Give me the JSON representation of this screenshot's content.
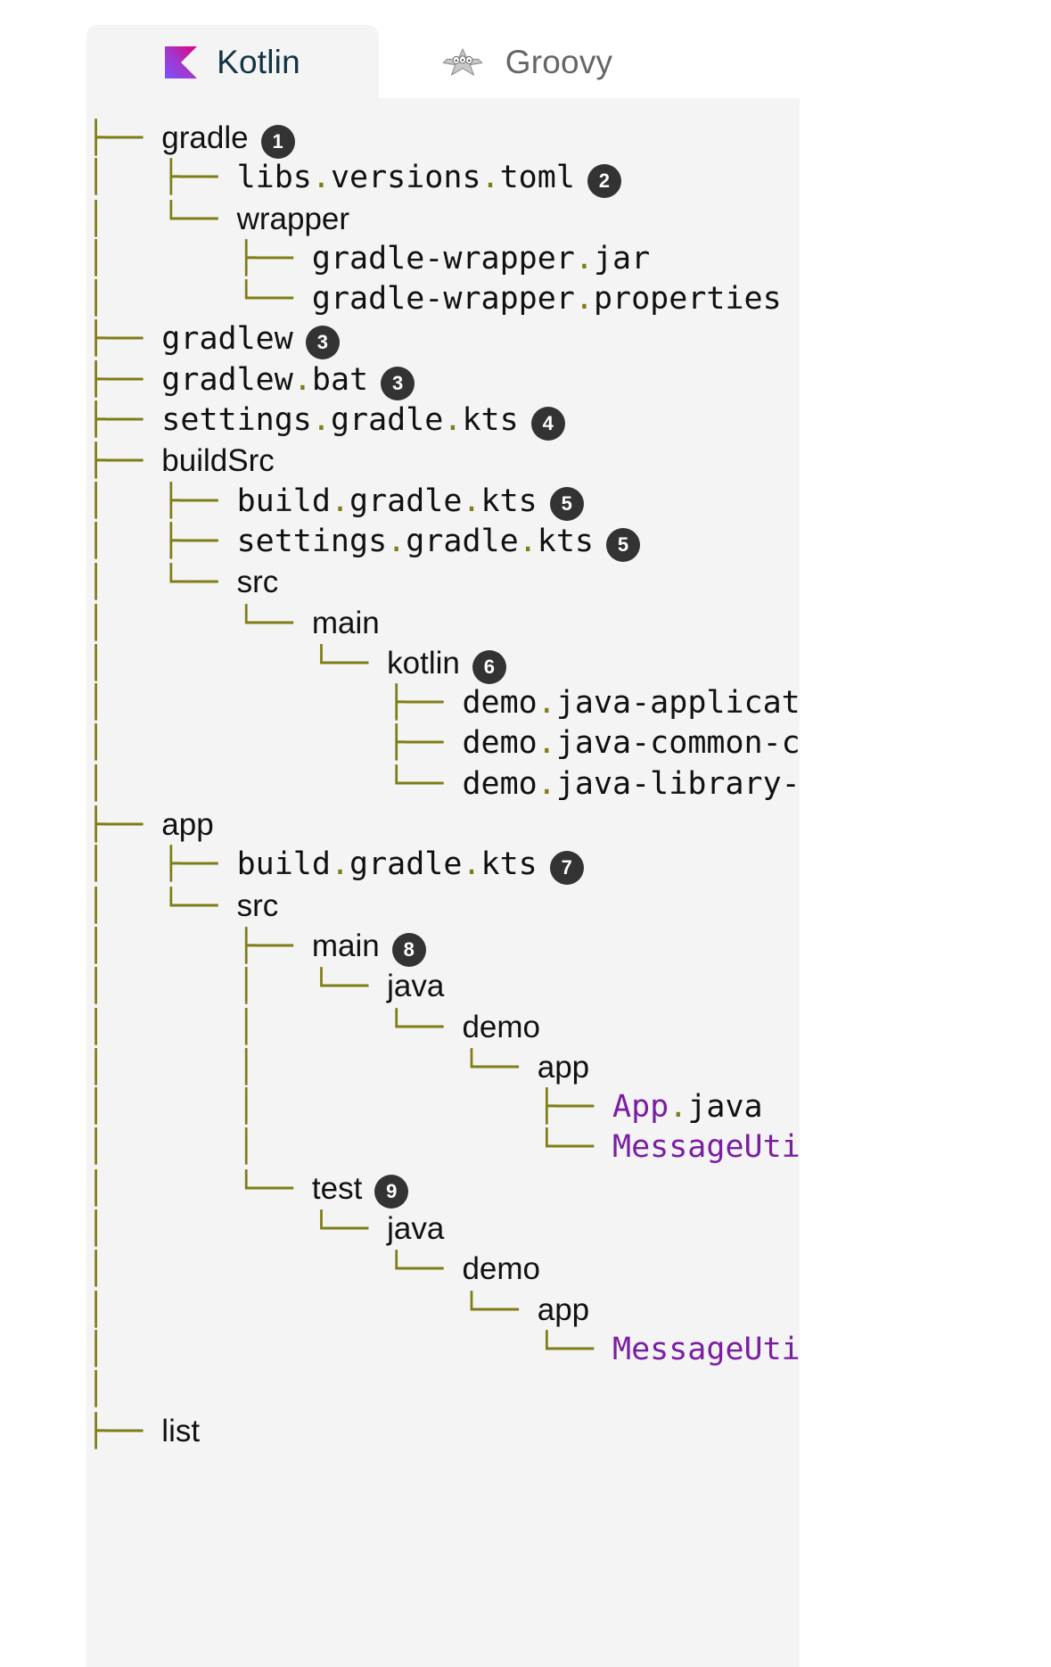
{
  "tabs": [
    {
      "id": "kotlin",
      "label": "Kotlin",
      "icon": "kotlin-logo-icon",
      "active": true
    },
    {
      "id": "groovy",
      "label": "Groovy",
      "icon": "groovy-logo-icon",
      "active": false
    }
  ],
  "colors": {
    "tree_line": "#7f7d16",
    "badge_bg": "#333333",
    "badge_text": "#ffffff",
    "class_name": "#7b1fa2",
    "panel_bg": "#f4f4f4",
    "active_tab_text": "#123543",
    "inactive_tab_text": "#666666"
  },
  "tree": {
    "rows": [
      {
        "gutter": "├── ",
        "text": "gradle",
        "kind": "dir",
        "badge": "1"
      },
      {
        "gutter": "│   ├── ",
        "text": "libs.versions.toml",
        "kind": "file",
        "badge": "2"
      },
      {
        "gutter": "│   └── ",
        "text": "wrapper",
        "kind": "dir",
        "badge": ""
      },
      {
        "gutter": "│       ├── ",
        "text": "gradle-wrapper.jar",
        "kind": "file",
        "badge": ""
      },
      {
        "gutter": "│       └── ",
        "text": "gradle-wrapper.properties",
        "kind": "file",
        "badge": ""
      },
      {
        "gutter": "├── ",
        "text": "gradlew",
        "kind": "file",
        "badge": "3"
      },
      {
        "gutter": "├── ",
        "text": "gradlew.bat",
        "kind": "file",
        "badge": "3"
      },
      {
        "gutter": "├── ",
        "text": "settings.gradle.kts",
        "kind": "file",
        "badge": "4"
      },
      {
        "gutter": "├── ",
        "text": "buildSrc",
        "kind": "dir",
        "badge": ""
      },
      {
        "gutter": "│   ├── ",
        "text": "build.gradle.kts",
        "kind": "file",
        "badge": "5"
      },
      {
        "gutter": "│   ├── ",
        "text": "settings.gradle.kts",
        "kind": "file",
        "badge": "5"
      },
      {
        "gutter": "│   └── ",
        "text": "src",
        "kind": "dir",
        "badge": ""
      },
      {
        "gutter": "│       └── ",
        "text": "main",
        "kind": "dir",
        "badge": ""
      },
      {
        "gutter": "│           └── ",
        "text": "kotlin",
        "kind": "dir",
        "badge": "6"
      },
      {
        "gutter": "│               ├── ",
        "text": "demo.java-application-conventions.gradle.kts",
        "kind": "file",
        "badge": ""
      },
      {
        "gutter": "│               ├── ",
        "text": "demo.java-common-conventions.gradle.kts",
        "kind": "file",
        "badge": ""
      },
      {
        "gutter": "│               └── ",
        "text": "demo.java-library-conventions.gradle.kts",
        "kind": "file",
        "badge": ""
      },
      {
        "gutter": "├── ",
        "text": "app",
        "kind": "dir",
        "badge": ""
      },
      {
        "gutter": "│   ├── ",
        "text": "build.gradle.kts",
        "kind": "file",
        "badge": "7"
      },
      {
        "gutter": "│   └── ",
        "text": "src",
        "kind": "dir",
        "badge": ""
      },
      {
        "gutter": "│       ├── ",
        "text": "main",
        "kind": "dir",
        "badge": "8"
      },
      {
        "gutter": "│       │   └── ",
        "text": "java",
        "kind": "dir",
        "badge": ""
      },
      {
        "gutter": "│       │       └── ",
        "text": "demo",
        "kind": "dir",
        "badge": ""
      },
      {
        "gutter": "│       │           └── ",
        "text": "app",
        "kind": "dir",
        "badge": ""
      },
      {
        "gutter": "│       │               ├── ",
        "text": "App.java",
        "kind": "class",
        "badge": ""
      },
      {
        "gutter": "│       │               └── ",
        "text": "MessageUtils.java",
        "kind": "class",
        "badge": ""
      },
      {
        "gutter": "│       └── ",
        "text": "test",
        "kind": "dir",
        "badge": "9"
      },
      {
        "gutter": "│           └── ",
        "text": "java",
        "kind": "dir",
        "badge": ""
      },
      {
        "gutter": "│               └── ",
        "text": "demo",
        "kind": "dir",
        "badge": ""
      },
      {
        "gutter": "│                   └── ",
        "text": "app",
        "kind": "dir",
        "badge": ""
      },
      {
        "gutter": "│                       └── ",
        "text": "MessageUtilsTest.java",
        "kind": "class",
        "badge": ""
      },
      {
        "gutter": "│",
        "text": "",
        "kind": "dir",
        "badge": ""
      },
      {
        "gutter": "├── ",
        "text": "list",
        "kind": "dir",
        "badge": ""
      }
    ]
  }
}
